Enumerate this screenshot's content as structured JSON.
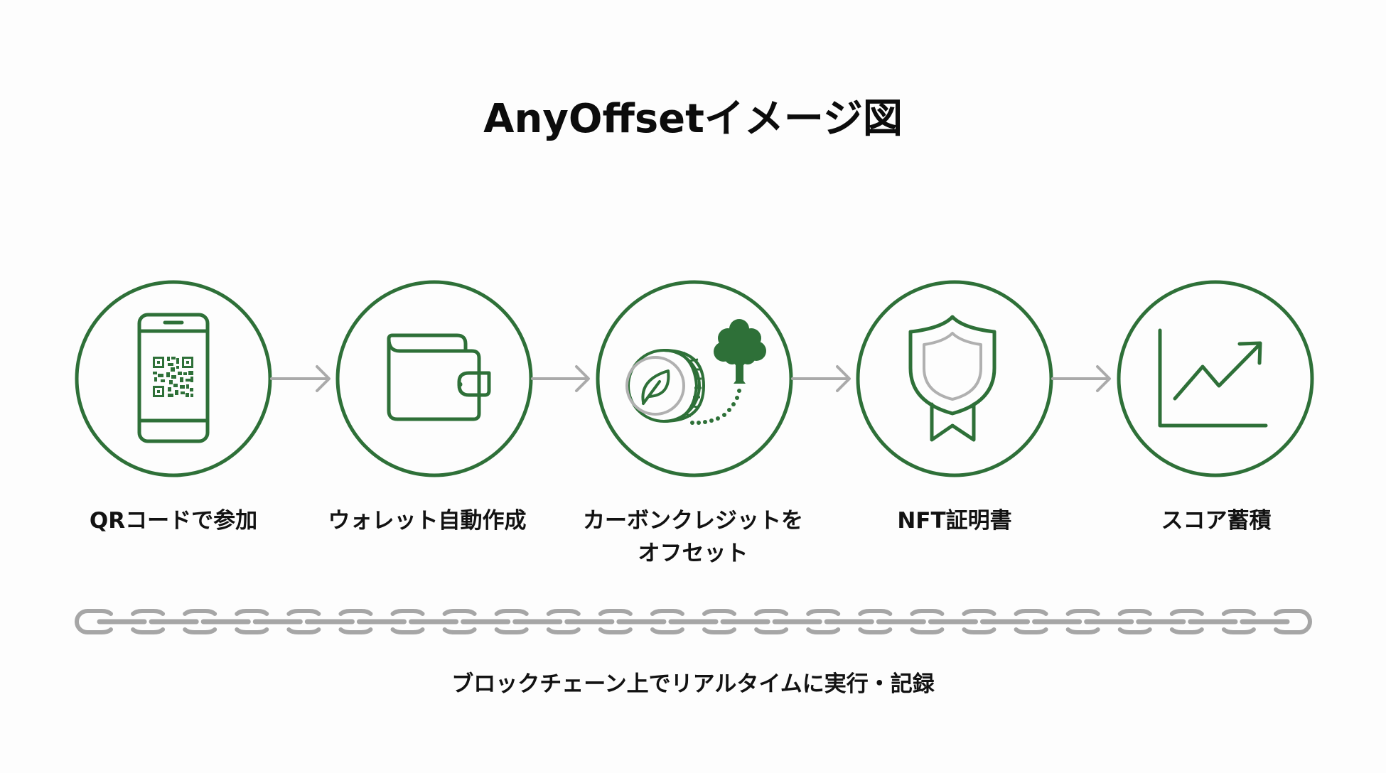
{
  "title": "AnyOffsetイメージ図",
  "colors": {
    "accent_green": "#2e7038",
    "arrow_gray": "#aaaaaa",
    "chain_gray": "#a6a6a6",
    "inner_gray": "#b0b0b0",
    "background": "#fdfdfd",
    "text": "#121212"
  },
  "steps": [
    {
      "label_line1": "QRコードで参加",
      "label_line2": "",
      "icon": "smartphone-qr-code-icon"
    },
    {
      "label_line1": "ウォレット自動作成",
      "label_line2": "",
      "icon": "wallet-icon"
    },
    {
      "label_line1": "カーボンクレジットを",
      "label_line2": "オフセット",
      "icon": "coin-leaf-tree-icon"
    },
    {
      "label_line1": "NFT証明書",
      "label_line2": "",
      "icon": "shield-badge-icon"
    },
    {
      "label_line1": "スコア蓄積",
      "label_line2": "",
      "icon": "growth-chart-icon"
    }
  ],
  "flow_arrows": 4,
  "chain": {
    "icon": "blockchain-chain-icon",
    "link_count": 24
  },
  "footer": "ブロックチェーン上でリアルタイムに実行・記録"
}
